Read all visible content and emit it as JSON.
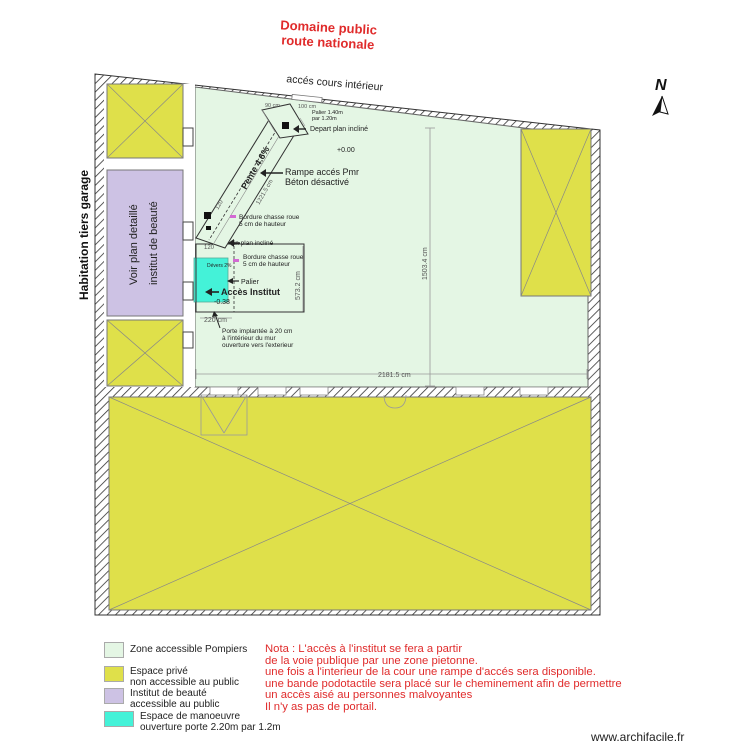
{
  "header": {
    "domain_line1": "Domaine public",
    "domain_line2": "route nationale"
  },
  "plan": {
    "courtyard_access": "accés cours intérieur",
    "left_neighbor": "Habitation tiers garage",
    "beauty_line1": "Voir plan detaillé",
    "beauty_line2": "institut de beauté",
    "ramp_slope": "Pente 4.6%",
    "ramp_line1": "Rampe accés Pmr",
    "ramp_line2": "Béton désactivé",
    "ramp_start": "Depart plan incliné",
    "ramp_end": "fin  plan incliné",
    "level_top": "+0.00",
    "landing_top_line1": "Palier 1.40m",
    "landing_top_line2": "par 1.20m",
    "curb1_line1": "Bordure chasse roue",
    "curb1_line2": "5 cm de hauteur",
    "curb2_line1": "Bordure chasse roue",
    "curb2_line2": "5 cm de hauteur",
    "landing": "Palier",
    "devers": "Dévers 2%",
    "access_label": "Accès Institut",
    "level_bottom": "-0.38",
    "door_line1": "Porte implantée à 20 cm",
    "door_line2": "à l'intérieur du mur",
    "door_line3": "ouverture vers l'exterieur",
    "dim_width": "2181.5 cm",
    "dim_height": "1503.4 cm",
    "dim_ramp": "573.2 cm",
    "dim_220": "220 cm",
    "dim_120a": "120",
    "dim_120b": "120",
    "dim_ramp_length": "1221.5 cm",
    "dim_small_top": "100 cm",
    "dim_small_left": "90 cm",
    "compass": "N"
  },
  "legend": {
    "items": [
      {
        "lines": [
          "Zone accessible Pompiers"
        ],
        "color": "#e4f6e4"
      },
      {
        "lines": [
          "Espace privé",
          "non accessible au public"
        ],
        "color": "#dfe04a"
      },
      {
        "lines": [
          "Institut de beauté",
          "accessible au public"
        ],
        "color": "#cdc2e4"
      },
      {
        "lines": [
          "Espace de manoeuvre",
          "ouverture porte 2.20m par 1.2m"
        ],
        "color": "#44f2d8"
      }
    ]
  },
  "note": {
    "lines": [
      "Nota :  L'accès à l'institut se fera a partir",
      "de la voie publique par une zone pietonne.",
      "une fois a l'interieur de la cour  une rampe d'accés sera disponible.",
      "une bande podotactile sera placé sur le cheminement afin de permettre",
      "un accès aisé au personnes malvoyantes",
      "Il n'y as pas de portail."
    ]
  },
  "footer": {
    "credit": "www.archifacile.fr"
  }
}
